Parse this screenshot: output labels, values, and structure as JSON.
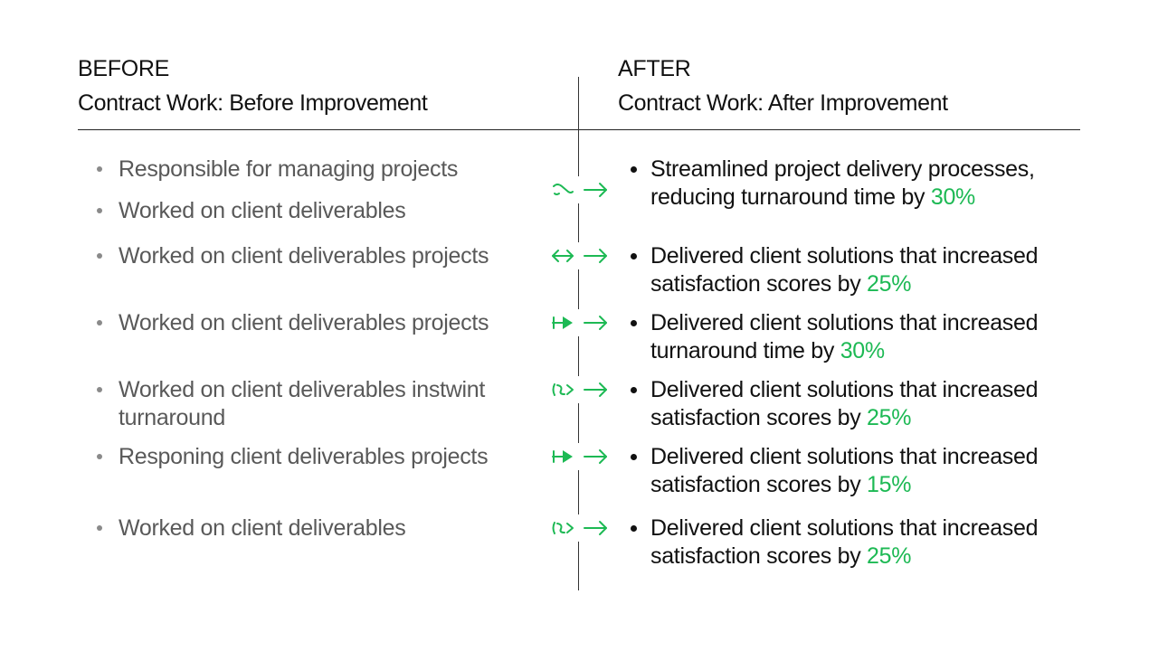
{
  "before": {
    "tag": "BEFORE",
    "title": "Contract Work: Before Improvement"
  },
  "after": {
    "tag": "AFTER",
    "title": "Contract Work: After Improvement"
  },
  "accent_color": "#1db954",
  "rows": [
    {
      "before_items": [
        "Responsible for managing projects",
        "Worked on client deliverables"
      ],
      "after_text": "Streamlined project delivery processes, reducing turnaround time by ",
      "after_pct": "30%",
      "arrow_icon": "swap-icon"
    },
    {
      "before_items": [
        "Worked on client deliverables projects"
      ],
      "after_text": "Delivered client solutions that increased satisfaction scores by ",
      "after_pct": "25%",
      "arrow_icon": "bidirectional-icon"
    },
    {
      "before_items": [
        "Worked on client deliverables projects"
      ],
      "after_text": "Delivered client solutions that increased turnaround time by ",
      "after_pct": "30%",
      "arrow_icon": "play-arrow-icon"
    },
    {
      "before_items": [
        "Worked on client deliverables instwint turnaround"
      ],
      "after_text": "Delivered client solutions that increased satisfaction scores by ",
      "after_pct": "25%",
      "arrow_icon": "link-arrow-icon"
    },
    {
      "before_items": [
        "Responing client deliverables projects"
      ],
      "after_text": "Delivered client solutions that increased satisfaction scores by ",
      "after_pct": "15%",
      "arrow_icon": "play-arrow-icon"
    },
    {
      "before_items": [
        "Worked on client deliverables"
      ],
      "after_text": "Delivered client solutions that increased satisfaction scores by ",
      "after_pct": "25%",
      "arrow_icon": "link-arrow-icon"
    }
  ]
}
